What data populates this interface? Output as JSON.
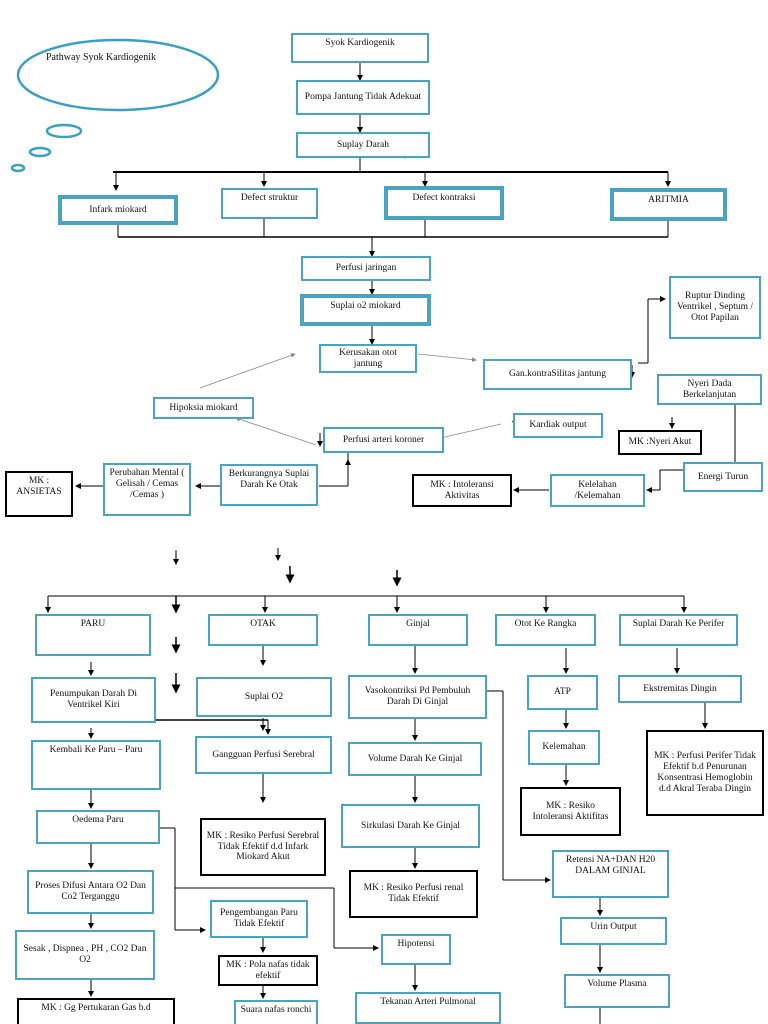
{
  "title": "Pathway Syok Kardiogenik",
  "nodes": {
    "syok": "Syok Kardiogenik",
    "pompa": "Pompa Jantung Tidak Adekuat",
    "suplay": "Suplay Darah",
    "infark": "Infark miokard",
    "defect_struktur": "Defect struktur",
    "defect_kontraksi": "Defect kontraksi",
    "aritmia": "ARITMIA",
    "perfusi_jaringan": "Perfusi jaringan",
    "suplai_o2_miokard": "Suplai o2 miokard",
    "kerusakan_otot": "Kerusakan otot jantung",
    "gan_kontrasi": "Gan.kontraSilitas jantung",
    "ruptur": "Ruptur Dinding Ventrikel , Septum / Otot Papilan",
    "nyeri_dada": "Nyeri Dada Berkelanjutan",
    "mk_nyeri": "MK :Nyeri Akut",
    "hipoksia": "Hipoksia miokard",
    "kardiak_output": "Kardiak output",
    "perfusi_arteri": "Perfusi arteri koroner",
    "energi_turun": "Energi Turun",
    "mk_ansietas": "MK : ANSIETAS",
    "perubahan_mental": "Perubahan Mental ( Gelisah / Cemas /Cemas )",
    "berkurangnya": "Berkurangnya Suplai Darah Ke Otak",
    "mk_intoleransi": "MK : Intoleransi Aktivitas",
    "kelelahan": "Kelelahan /Kelemahan",
    "paru": "PARU",
    "otak": "OTAK",
    "ginjal": "Ginjal",
    "otot_rangka": "Otot Ke Rangka",
    "suplai_perifer": "Suplai Darah Ke Perifer",
    "penumpukan": "Penumpukan Darah Di Ventrikel Kiri",
    "suplai_o2": "Suplai O2",
    "vasokontriksi": "Vasokontriksi Pd Pembuluh Darah Di Ginjal",
    "atp": "ATP",
    "ekstremitas": "Ekstremitas Dingin",
    "kembali_paru": "Kembali Ke Paru – Paru",
    "gangguan_perfusi": "Gangguan Perfusi Serebral",
    "volume_darah": "Volume Darah Ke Ginjal",
    "kelemahan": "Kelemahan",
    "mk_perifer": "MK : Perfusi Perifer Tidak Efektif b.d Penurunan Konsentrasi Hemoglobin d.d Akral Teraba Dingin",
    "oedema": "Oedema Paru",
    "mk_serebral": "MK : Resiko Perfusi Serebral Tidak Efektif d.d Infark Miokard Akut",
    "sirkulasi": "Sirkulasi Darah Ke Ginjal",
    "mk_resiko_intoleransi": "MK : Resiko Intoleransi Aktifitas",
    "retensi": "Retensi NA+DAN H20 DALAM GINJAL",
    "proses_difusi": "Proses Difusi Antara O2 Dan Co2 Terganggu",
    "mk_renal": "MK : Resiko Perfusi renal Tidak Efektif",
    "pengembangan": "Pengembangan Paru Tidak Efektif",
    "urin_output": "Urin Output",
    "sesak": "Sesak , Dispnea , PH , CO2 Dan O2",
    "mk_pola": "MK : Pola nafas tidak efektif",
    "hipotensi": "Hipotensi",
    "volume_plasma": "Volume Plasma",
    "mk_bottom": "MK : Gg Pertukaran Gas b.d",
    "suara_nafas": "Suara nafas ronchi",
    "tekanan_arteri": "Tekanan Arteri Pulmonal"
  },
  "colors": {
    "box_border": "#4aa3bf",
    "mk_border": "#000000",
    "cloud": "#3a9fc0",
    "line": "#000000",
    "link_gray": "#888888"
  }
}
